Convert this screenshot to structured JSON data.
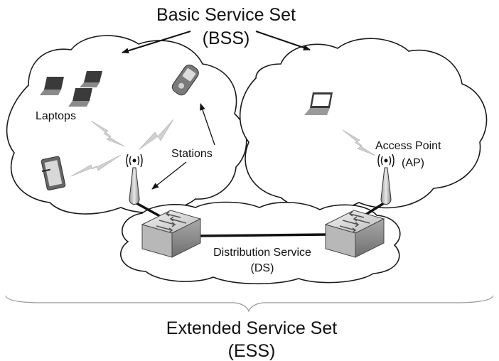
{
  "title": {
    "line1": "Basic Service Set",
    "line2": "(BSS)"
  },
  "labels": {
    "laptops": "Laptops",
    "stations": "Stations",
    "access_point_line1": "Access Point",
    "access_point_line2": "(AP)",
    "distribution_line1": "Distribution Service",
    "distribution_line2": "(DS)"
  },
  "footer": {
    "line1": "Extended Service Set",
    "line2": "(ESS)"
  },
  "colors": {
    "cloud_fill": "#ffffff",
    "cloud_stroke": "#1a1a1a",
    "device_dark": "#3a3a3a",
    "device_mid": "#8a8a8a",
    "device_light": "#e6e6e6",
    "switch_top": "#d9d9d9",
    "switch_side": "#9a9a9a",
    "bolt": "#d0d0d0"
  },
  "icons": [
    "laptop-icon",
    "phone-icon",
    "tablet-icon",
    "antenna-icon",
    "switch-icon",
    "wireless-link-icon",
    "brace"
  ]
}
